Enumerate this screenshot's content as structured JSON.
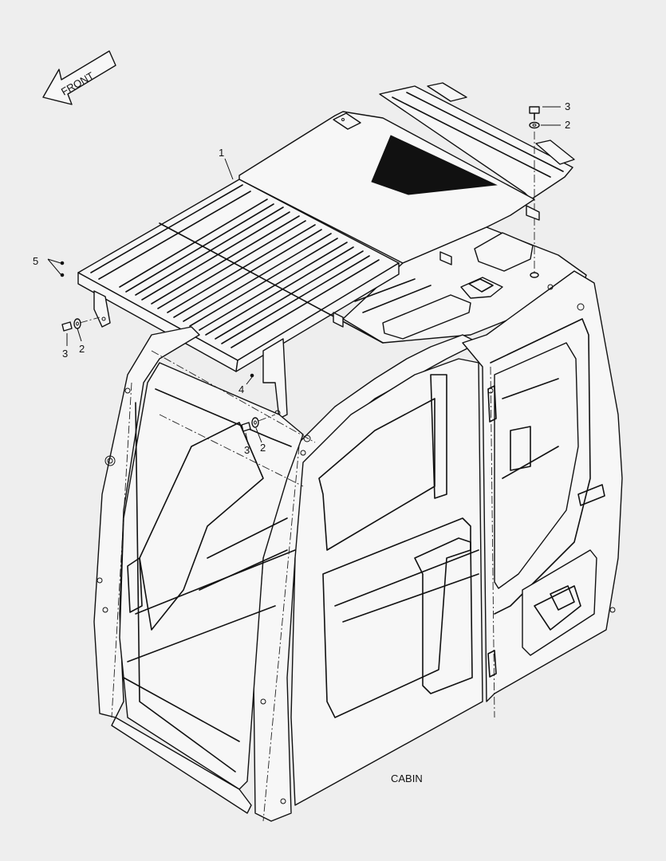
{
  "labels": {
    "front": "FRONT"
  },
  "callouts": [
    "1",
    "3",
    "2",
    "5",
    "3",
    "2",
    "4",
    "3",
    "2"
  ],
  "caption": "CABIN"
}
